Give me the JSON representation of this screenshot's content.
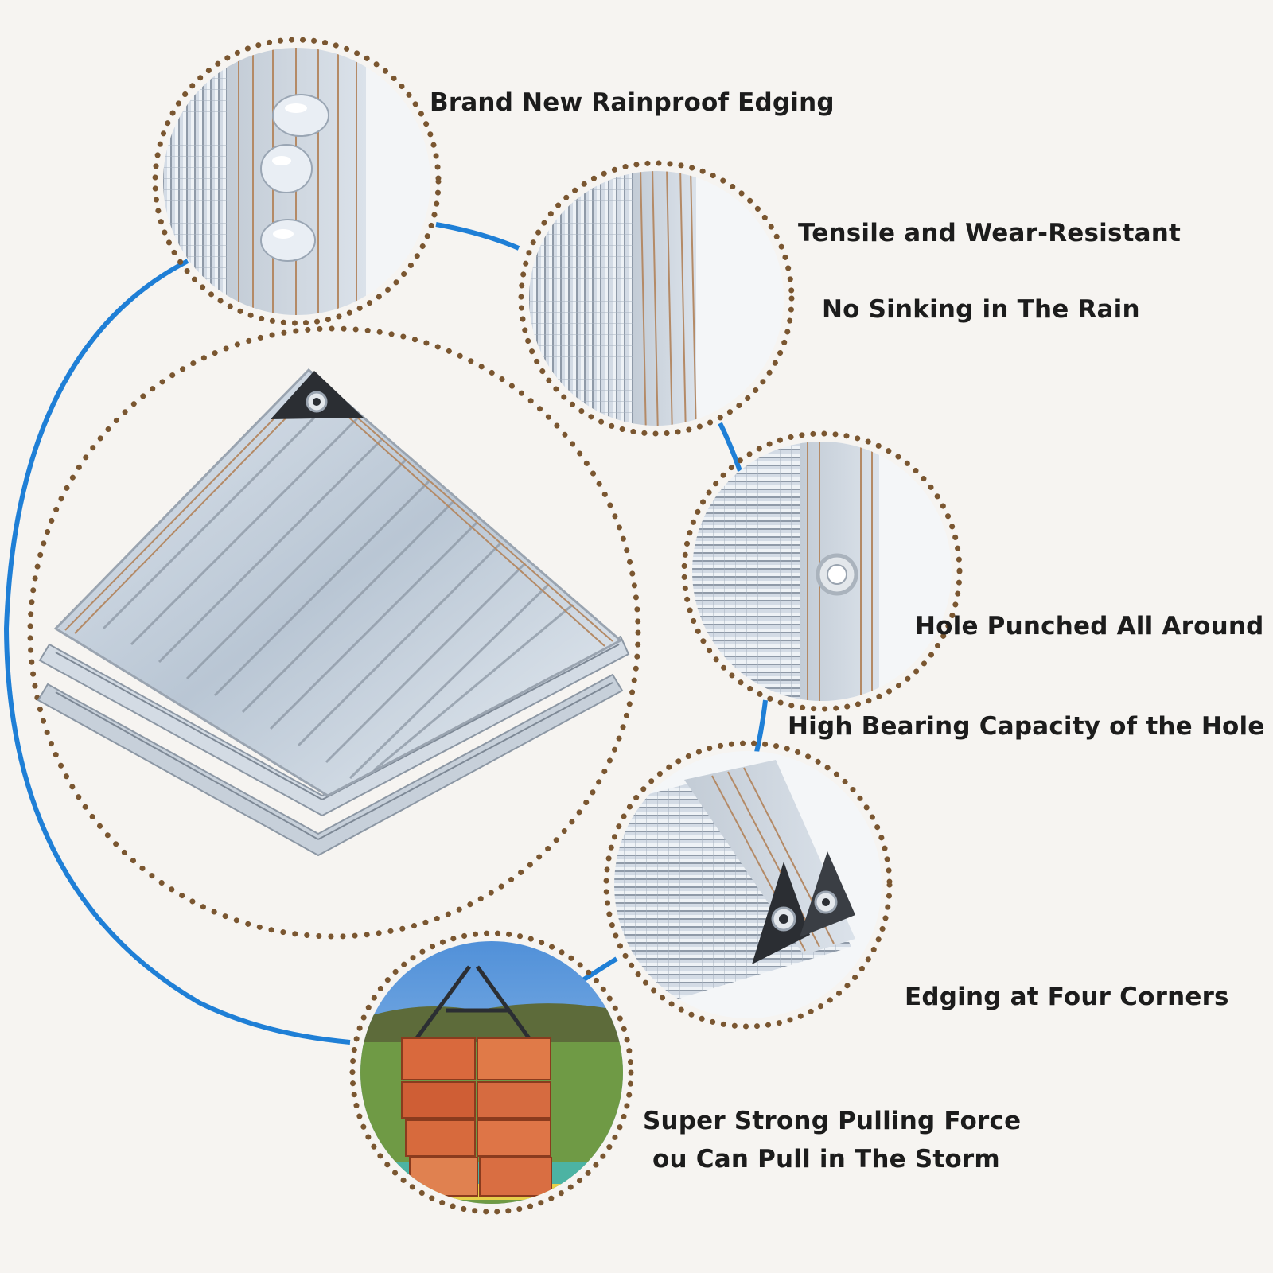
{
  "colors": {
    "background": "#f6f4f1",
    "connector_line": "#1f7fd6",
    "dotted_border": "#7a5630",
    "mesh_silver": "#c9d4e0",
    "edging_stripe": "#b48a66",
    "corner_patch": "#2b2e33",
    "label_text": "#1c1c1c"
  },
  "features": {
    "rainproof_edging": "Brand New Rainproof Edging",
    "tensile": "Tensile and Wear-Resistant",
    "no_sinking": "No Sinking in The Rain",
    "hole_punched": "Hole Punched All Around",
    "bearing_capacity": "High Bearing Capacity of the Hole",
    "four_corners": "Edging at Four Corners",
    "pulling_force_line1": "Super Strong Pulling Force",
    "pulling_force_line2": "ou Can Pull in The Storm"
  }
}
